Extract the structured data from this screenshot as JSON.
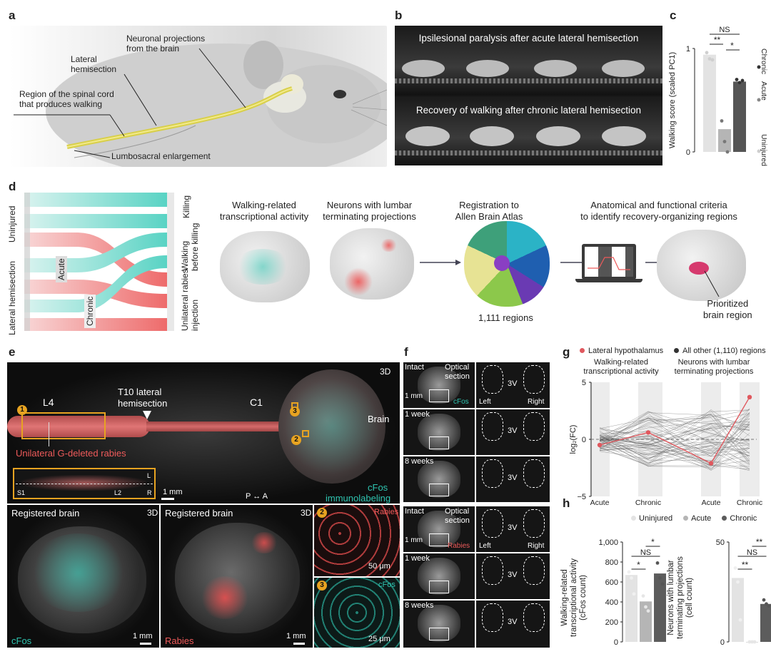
{
  "panels": {
    "a": "a",
    "b": "b",
    "c": "c",
    "d": "d",
    "e": "e",
    "f": "f",
    "g": "g",
    "h": "h"
  },
  "a": {
    "neuronal": "Neuronal projections\nfrom the brain",
    "lateral": "Lateral\nhemisection",
    "region": "Region of the spinal cord\nthat produces walking",
    "lumbo": "Lumbosacral enlargement"
  },
  "b": {
    "top": "Ipsilesional paralysis after acute lateral hemisection",
    "bottom": "Recovery of walking after chronic lateral hemisection"
  },
  "c": {
    "chart_data": {
      "type": "bar",
      "categories": [
        "Uninjured",
        "Acute",
        "Chronic"
      ],
      "values": [
        0.94,
        0.22,
        0.68
      ],
      "points": [
        [
          0.96,
          0.9,
          0.89
        ],
        [
          0.3,
          0.1,
          0.0
        ],
        [
          0.7,
          0.67,
          0.69
        ]
      ],
      "ylabel": "Walking score (scaled PC1)",
      "ylim": [
        0,
        1
      ],
      "yticks": [
        "0",
        "1"
      ],
      "colors": [
        "#e3e3e3",
        "#b5b5b5",
        "#555555"
      ],
      "sig": [
        "NS",
        "**",
        "*"
      ]
    }
  },
  "d": {
    "uninjured": "Uninjured",
    "lateral": "Lateral hemisection",
    "acute": "Acute",
    "chronic": "Chronic",
    "killing": "Killing",
    "walking": "Walking\nbefore killing",
    "rabies": "Unilateral rabies\ninjection",
    "walk_act": "Walking-related\ntranscriptional activity",
    "neurons_lumbar": "Neurons with lumbar\nterminating projections",
    "registration": "Registration to\nAllen Brain Atlas",
    "regions": "1,111 regions",
    "criteria": "Anatomical and functional criteria\nto identify recovery-organizing regions",
    "prioritized": "Prioritized\nbrain region"
  },
  "e": {
    "three_d": "3D",
    "l4": "L4",
    "t10": "T10 lateral\nhemisection",
    "c1": "C1",
    "brain": "Brain",
    "rabies_label": "Unilateral G-deleted rabies",
    "s1": "S1",
    "l2": "L2",
    "l": "L",
    "r": "R",
    "mm": "1 mm",
    "pa": "P ↔ A",
    "cfos": "cFos",
    "immuno": "immunolabeling",
    "reg1": "Registered brain",
    "reg2": "Registered brain",
    "rabies": "Rabies",
    "um50": "50 μm",
    "um25": "25 μm",
    "n1": "1",
    "n2": "2",
    "n3": "3"
  },
  "f": {
    "intact": "Intact",
    "optical": "Optical\nsection",
    "week1": "1 week",
    "weeks8": "8 weeks",
    "mm": "1 mm",
    "cfos": "cFos",
    "rabies": "Rabies",
    "left": "Left",
    "right": "Right",
    "v3": "3V"
  },
  "g": {
    "legend_lh": "Lateral hypothalamus",
    "legend_other": "All other (1,110) regions",
    "col1": "Walking-related\ntranscriptional activity",
    "col2": "Neurons with lumbar\nterminating projections",
    "chart_data": {
      "type": "line",
      "x": [
        "Acute",
        "Chronic",
        "Acute",
        "Chronic"
      ],
      "series": [
        {
          "name": "Lateral hypothalamus",
          "values": [
            -0.5,
            0.6,
            -2.1,
            3.7
          ]
        }
      ],
      "ylabel": "log₂(FC)",
      "ylim": [
        -5,
        5
      ],
      "yticks": [
        "5",
        "0",
        "−5"
      ]
    }
  },
  "h": {
    "legend": [
      "Uninjured",
      "Acute",
      "Chronic"
    ],
    "chart_data": [
      {
        "type": "bar",
        "categories": [
          "Uninjured",
          "Acute",
          "Chronic"
        ],
        "values": [
          670,
          405,
          685
        ],
        "points": [
          [
            700,
            640,
            480
          ],
          [
            460,
            350,
            310
          ],
          [
            790,
            640,
            580
          ]
        ],
        "ylabel": "Walking-related\ntranscriptional activity\n(cFos count)",
        "ylim": [
          0,
          1000
        ],
        "yticks": [
          "0",
          "200",
          "400",
          "600",
          "800",
          "1,000"
        ],
        "sig": [
          "*",
          "NS",
          "*"
        ]
      },
      {
        "type": "bar",
        "categories": [
          "Uninjured",
          "Acute",
          "Chronic"
        ],
        "values": [
          32,
          0,
          19
        ],
        "points": [
          [
            37,
            30,
            11
          ],
          [
            0,
            0,
            0
          ],
          [
            21,
            19,
            18
          ]
        ],
        "ylabel": "Neurons with lumbar\nterminating projections\n(cell count)",
        "ylim": [
          0,
          50
        ],
        "yticks": [
          "0",
          "50"
        ],
        "sig": [
          "**",
          "NS",
          "**"
        ]
      }
    ],
    "colors": [
      "#e3e3e3",
      "#b5b5b5",
      "#5c5c5c"
    ]
  }
}
